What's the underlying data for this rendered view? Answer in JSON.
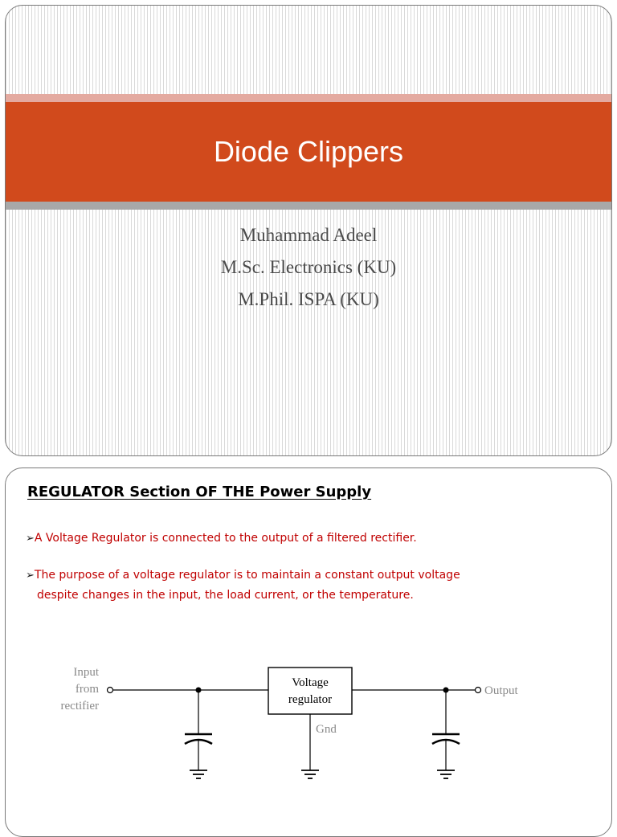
{
  "slide1": {
    "title": "Diode Clippers",
    "author_lines": [
      "Muhammad Adeel",
      "M.Sc. Electronics (KU)",
      "M.Phil. ISPA (KU)"
    ]
  },
  "slide2": {
    "title": "REGULATOR Section OF THE Power Supply",
    "bullets": [
      [
        "A Voltage Regulator is connected to the output of a filtered rectifier."
      ],
      [
        "The purpose of a voltage regulator is to maintain a constant output voltage",
        "despite changes in the input, the load current, or the temperature."
      ]
    ],
    "bullet_glyph": "➢",
    "circuit": {
      "input_label": [
        "Input",
        "from",
        "rectifier"
      ],
      "regulator_label": [
        "Voltage",
        "regulator"
      ],
      "gnd_label": "Gnd",
      "output_label": "Output"
    }
  },
  "colors": {
    "title_band": "#d14a1c",
    "band_top": "#e4aaa0",
    "band_bottom": "#a8a8a8",
    "bullet_text": "#c00000"
  }
}
